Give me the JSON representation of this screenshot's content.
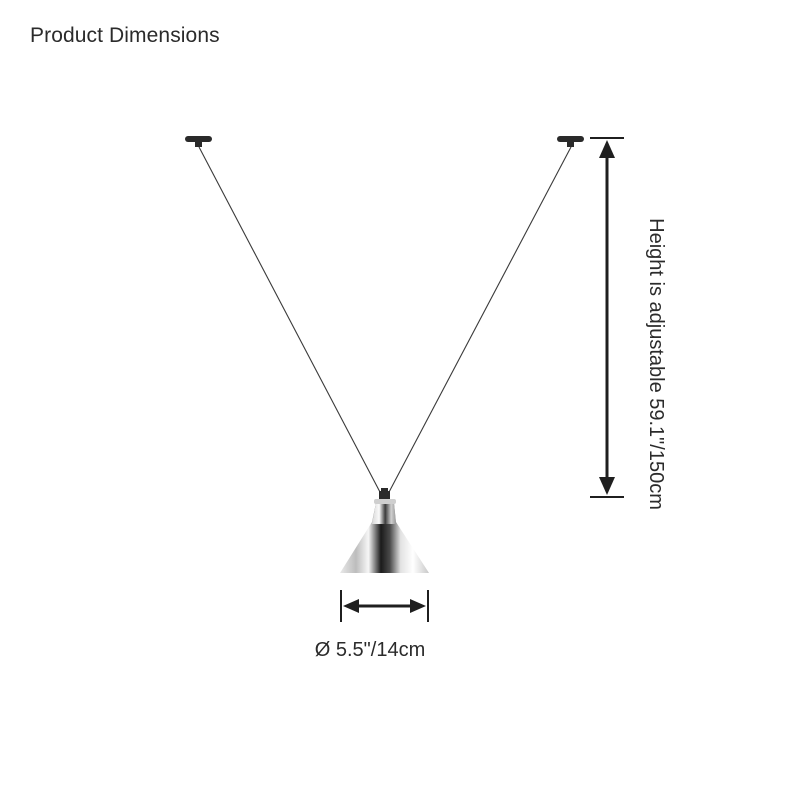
{
  "title": "Product Dimensions",
  "dimensions": {
    "height_label": "Height is adjustable 59.1\"/150cm",
    "diameter_label": "Ø 5.5\"/14cm"
  },
  "colors": {
    "text": "#2b2b2b",
    "arrow": "#1f1f1f",
    "wire": "#3a3a3a",
    "canopy": "#2a2a2a",
    "background": "#ffffff"
  }
}
